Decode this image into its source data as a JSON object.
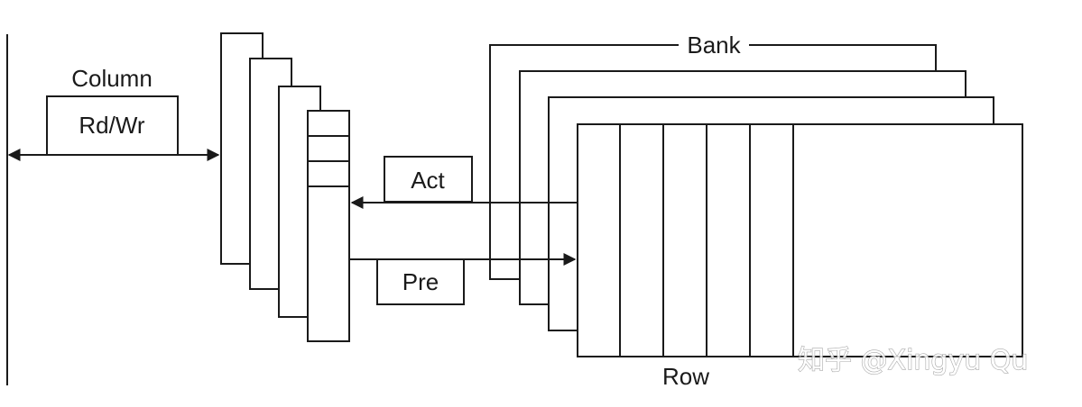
{
  "diagram": {
    "labels": {
      "column": "Column",
      "rd_wr": "Rd/Wr",
      "act": "Act",
      "pre": "Pre",
      "bank": "Bank",
      "row": "Row"
    },
    "watermark": "知乎 @Xingyu Qu",
    "colors": {
      "stroke": "#1a1a1a",
      "background": "#ffffff"
    }
  }
}
